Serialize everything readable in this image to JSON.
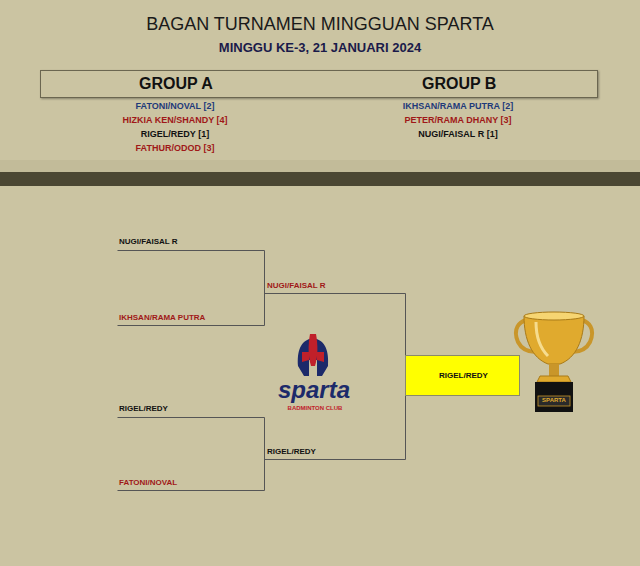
{
  "diagram": {
    "title": "BAGAN TURNAMEN MINGGUAN SPARTA",
    "nodes": [
      {
        "text": [
          "GROUP A",
          "GROUP B"
        ]
      },
      {
        "text": [
          "RIGEL/REDY"
        ]
      }
    ],
    "labels": [
      "MINGGU KE-3, 21 JANUARI 2024",
      "FATONI/NOVAL [2]",
      "HIZKIA KEN/SHANDY [4]",
      "RIGEL/REDY [1]",
      "FATHUR/ODOD [3]",
      "IKHSAN/RAMA PUTRA [2]",
      "PETER/RAMA DHANY [3]",
      "NUGI/FAISAL R [1]",
      "NUGI/FAISAL R",
      "IKHSAN/RAMA PUTRA",
      "NUGI/FAISAL R",
      "RIGEL/REDY",
      "FATONI/NOVAL",
      "RIGEL/REDY",
      "sparta",
      "BADMINTON CLUB",
      "SPARTA"
    ]
  }
}
